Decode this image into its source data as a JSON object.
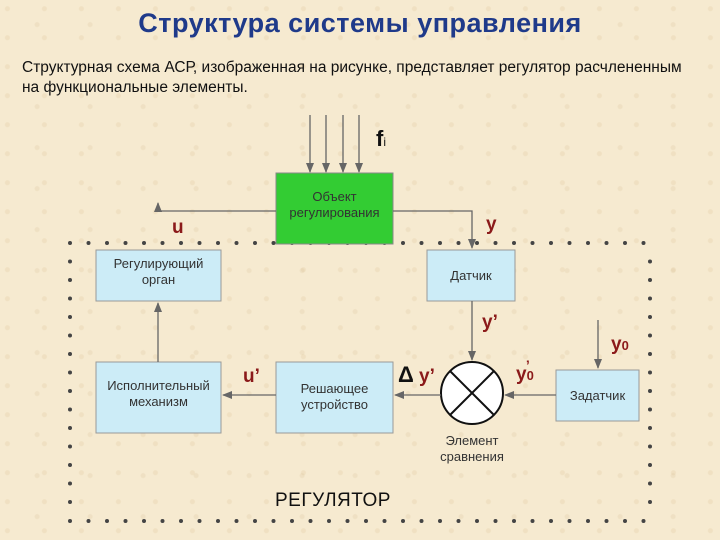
{
  "title": "Структура системы управления",
  "description": "Структурная схема АСР, изображенная на рисунке, представляет регулятор расчлененным на функциональные элементы.",
  "blocks": {
    "object": "Объект регулирования",
    "regulating_organ": "Регулирующий орган",
    "sensor": "Датчик",
    "actuator": "Исполнительный механизм",
    "solver": "Решающее устройство",
    "setter": "Задатчик",
    "comparator_label": "Элемент сравнения"
  },
  "signals": {
    "f": "f",
    "f_sub": "i",
    "u": "u",
    "y": "y",
    "y_prime": "y’",
    "y0": "y",
    "y0_sub": "0",
    "y0_prime": "y",
    "y0_prime_sub": "0",
    "y0_prime_sup": "’",
    "u_prime": "u’",
    "delta": "Δ",
    "delta_y": "y’"
  },
  "regulator_label": "РЕГУЛЯТОР",
  "colors": {
    "title": "#1f3a8a",
    "object_fill": "#33cc33",
    "box_fill": "#ccecf7",
    "symbol": "#8b1a1a"
  }
}
